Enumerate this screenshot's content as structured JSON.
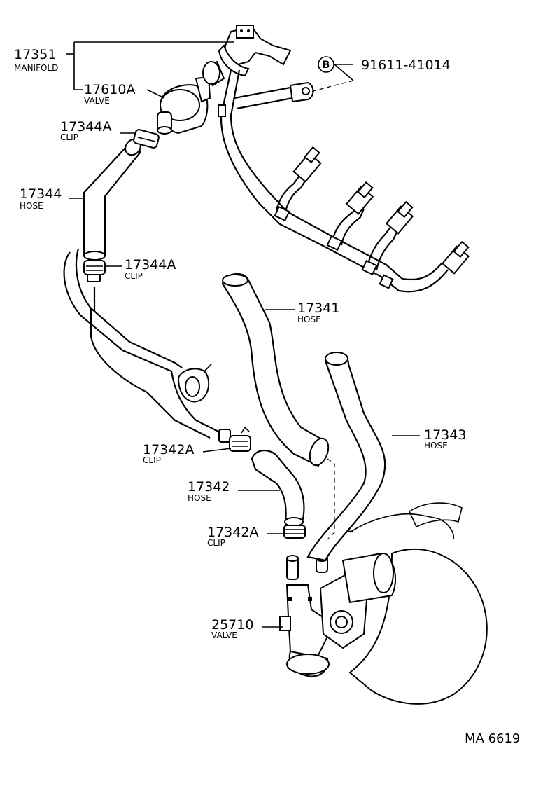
{
  "labels": {
    "manifold": {
      "number": "17351",
      "name": "MANIFOLD"
    },
    "valve_17610a": {
      "number": "17610A",
      "name": "VALVE"
    },
    "clip_top": {
      "number": "17344A",
      "name": "CLIP"
    },
    "hose_17344": {
      "number": "17344",
      "name": "HOSE"
    },
    "clip_mid": {
      "number": "17344A",
      "name": "CLIP"
    },
    "hose_17341": {
      "number": "17341",
      "name": "HOSE"
    },
    "hose_17343": {
      "number": "17343",
      "name": "HOSE"
    },
    "clip_17342a_upper": {
      "number": "17342A",
      "name": "CLIP"
    },
    "hose_17342": {
      "number": "17342",
      "name": "HOSE"
    },
    "clip_17342a_lower": {
      "number": "17342A",
      "name": "CLIP"
    },
    "valve_25710": {
      "number": "25710",
      "name": "VALVE"
    },
    "bolt": {
      "marker": "B",
      "number": "91611-41014"
    }
  },
  "diagram_code": "MA 6619"
}
